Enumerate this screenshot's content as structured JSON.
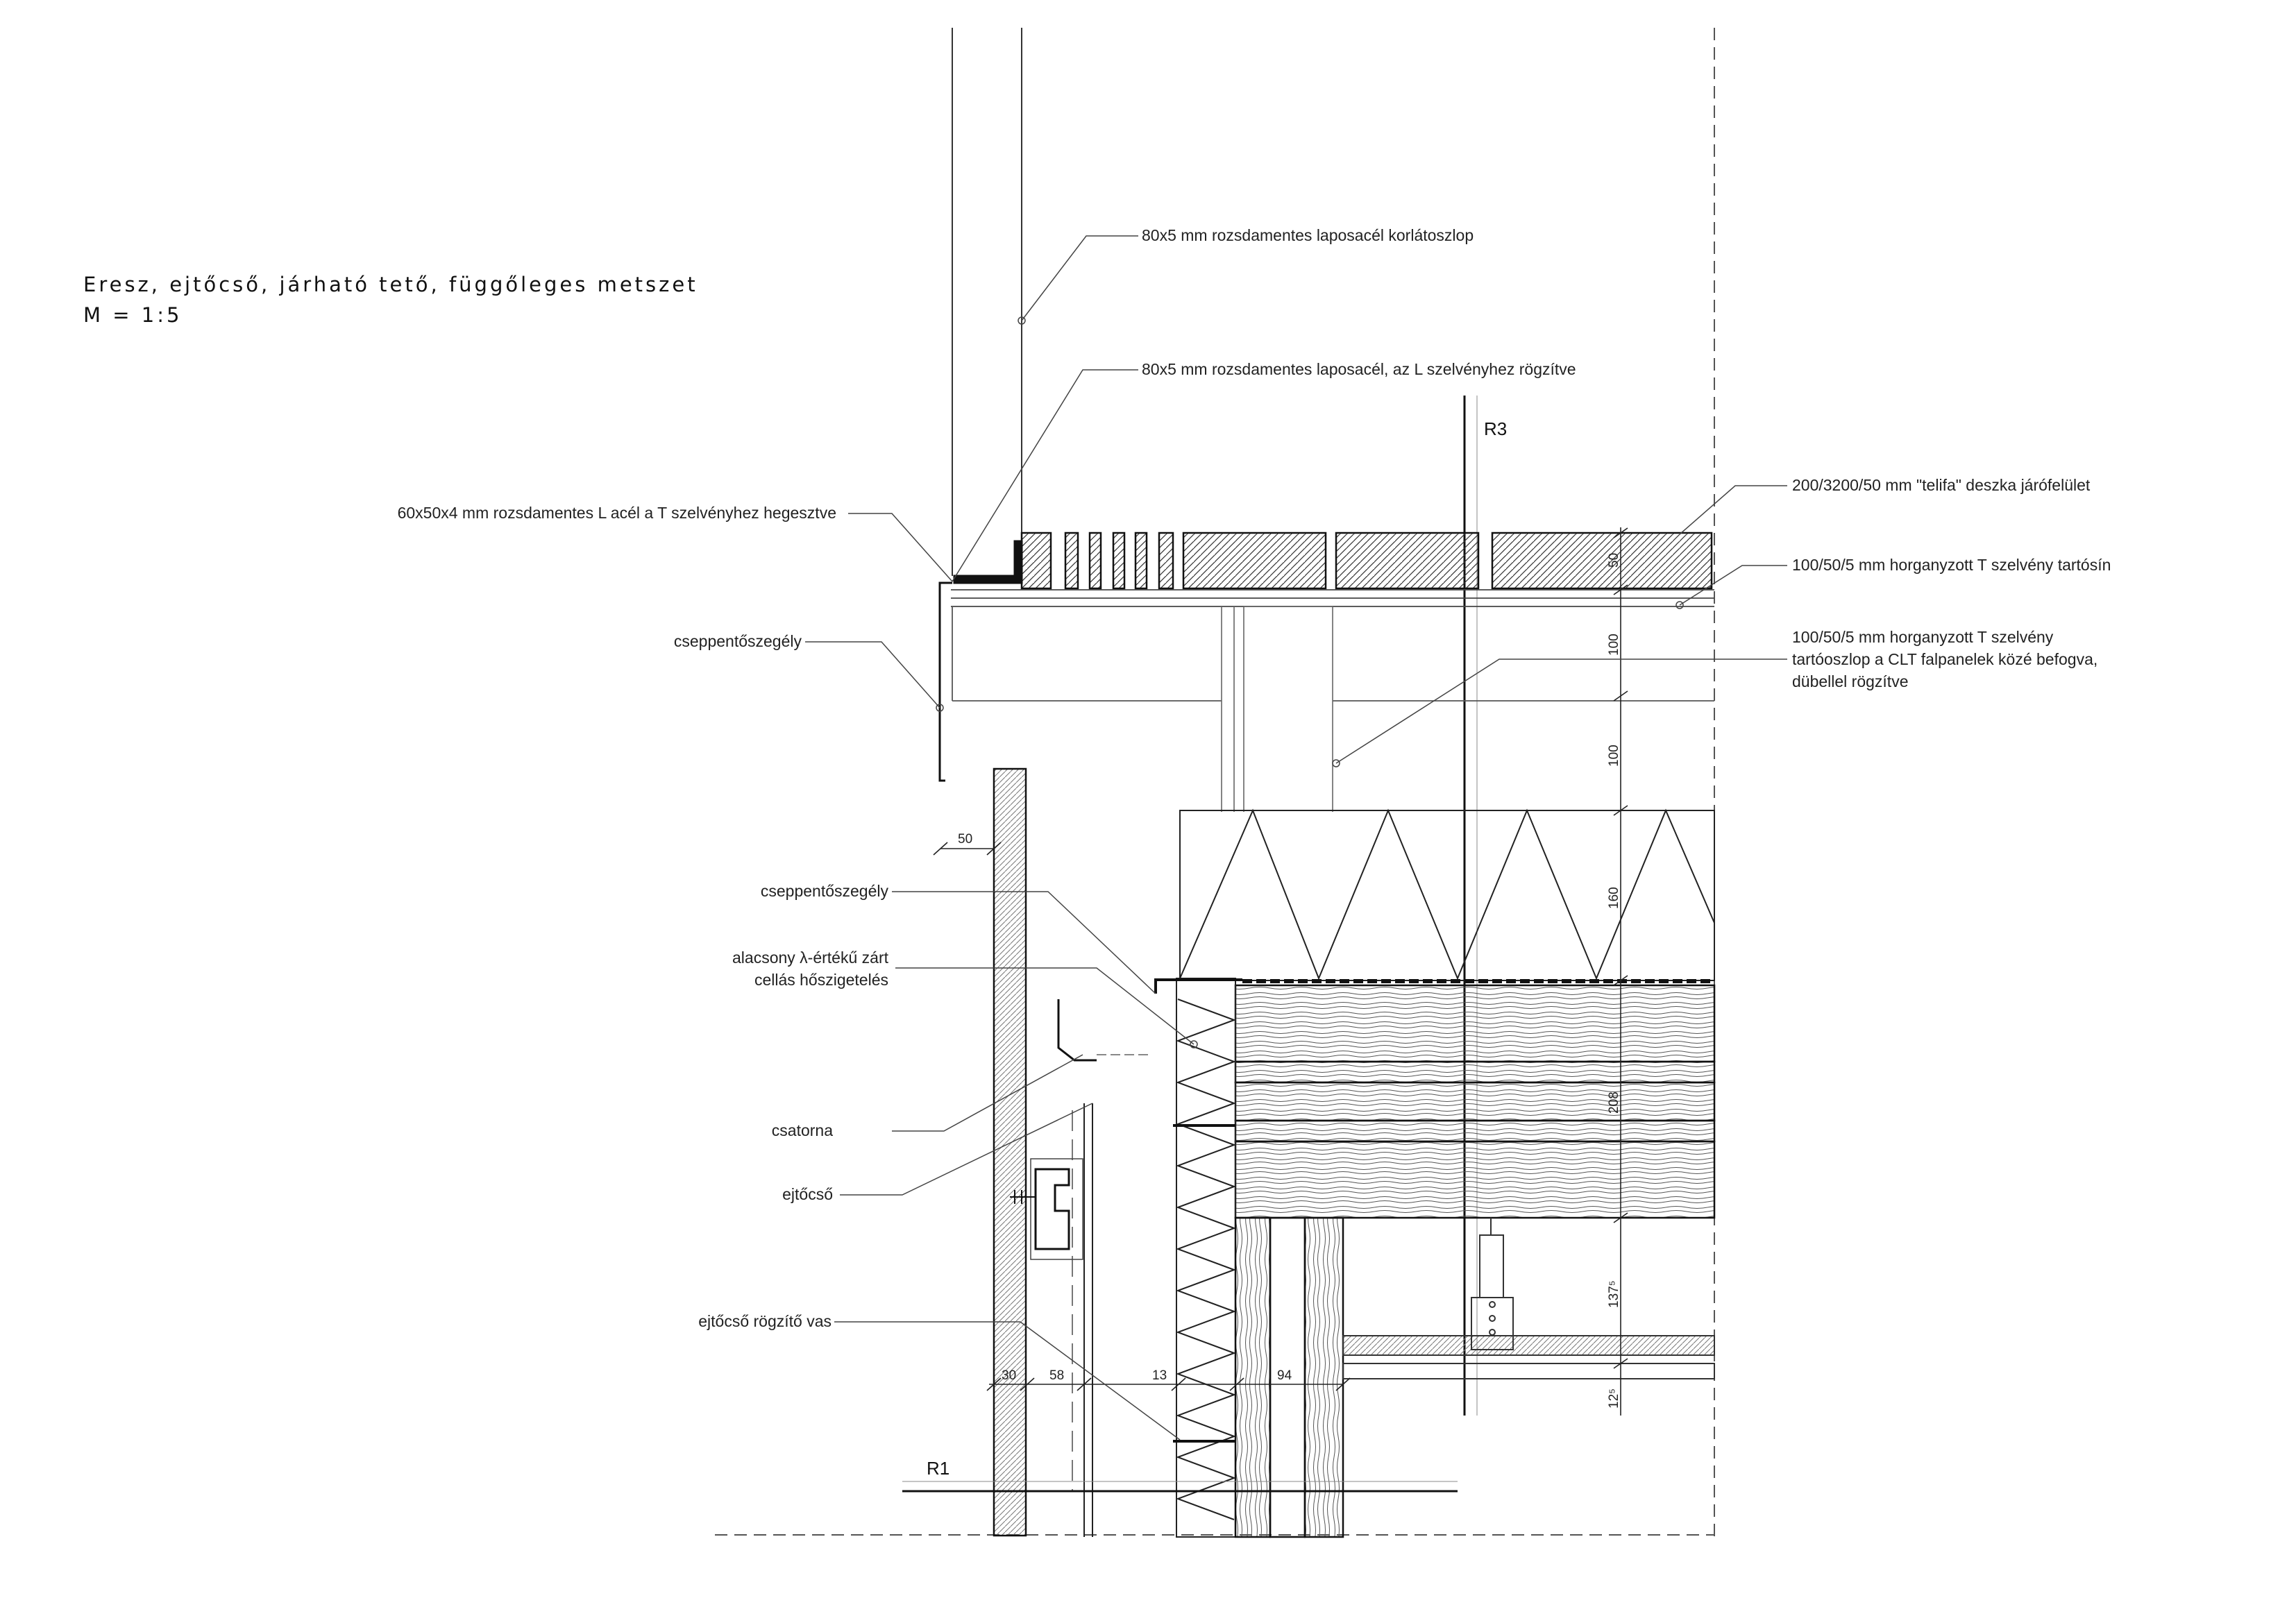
{
  "title": {
    "line1": "Eresz, ejtőcső, járható tető, függőleges metszet",
    "line2": "M = 1:5"
  },
  "axes": {
    "r1": "R1",
    "r3": "R3"
  },
  "labels": {
    "railing_post": "80x5 mm rozsdamentes laposacél korlátoszlop",
    "flat_steel": "80x5 mm rozsdamentes laposacél, az L szelvényhez rögzítve",
    "l_steel": "60x50x4 mm rozsdamentes L acél a T szelvényhez hegesztve",
    "drip_edge_top": "cseppentőszegély",
    "deck": "200/3200/50 mm \"telifa\" deszka járófelület",
    "t_rail": "100/50/5 mm horganyzott T szelvény tartósín",
    "t_post_1": "100/50/5 mm horganyzott T szelvény",
    "t_post_2": "tartóoszlop a CLT falpanelek közé befogva,",
    "t_post_3": "dübellel rögzítve",
    "drip_edge_mid": "cseppentőszegély",
    "insulation_1": "alacsony λ-értékű zárt",
    "insulation_2": "cellás hőszigetelés",
    "gutter": "csatorna",
    "downpipe": "ejtőcső",
    "downpipe_bracket": "ejtőcső rögzítő vas"
  },
  "dimensions": {
    "d50_top": "50",
    "d100_a": "100",
    "d100_b": "100",
    "d160": "160",
    "d208": "208",
    "d137": "137⁵",
    "d12": "12⁵",
    "d50_left": "50",
    "d30": "30",
    "d58": "58",
    "d13": "13",
    "d94": "94"
  }
}
